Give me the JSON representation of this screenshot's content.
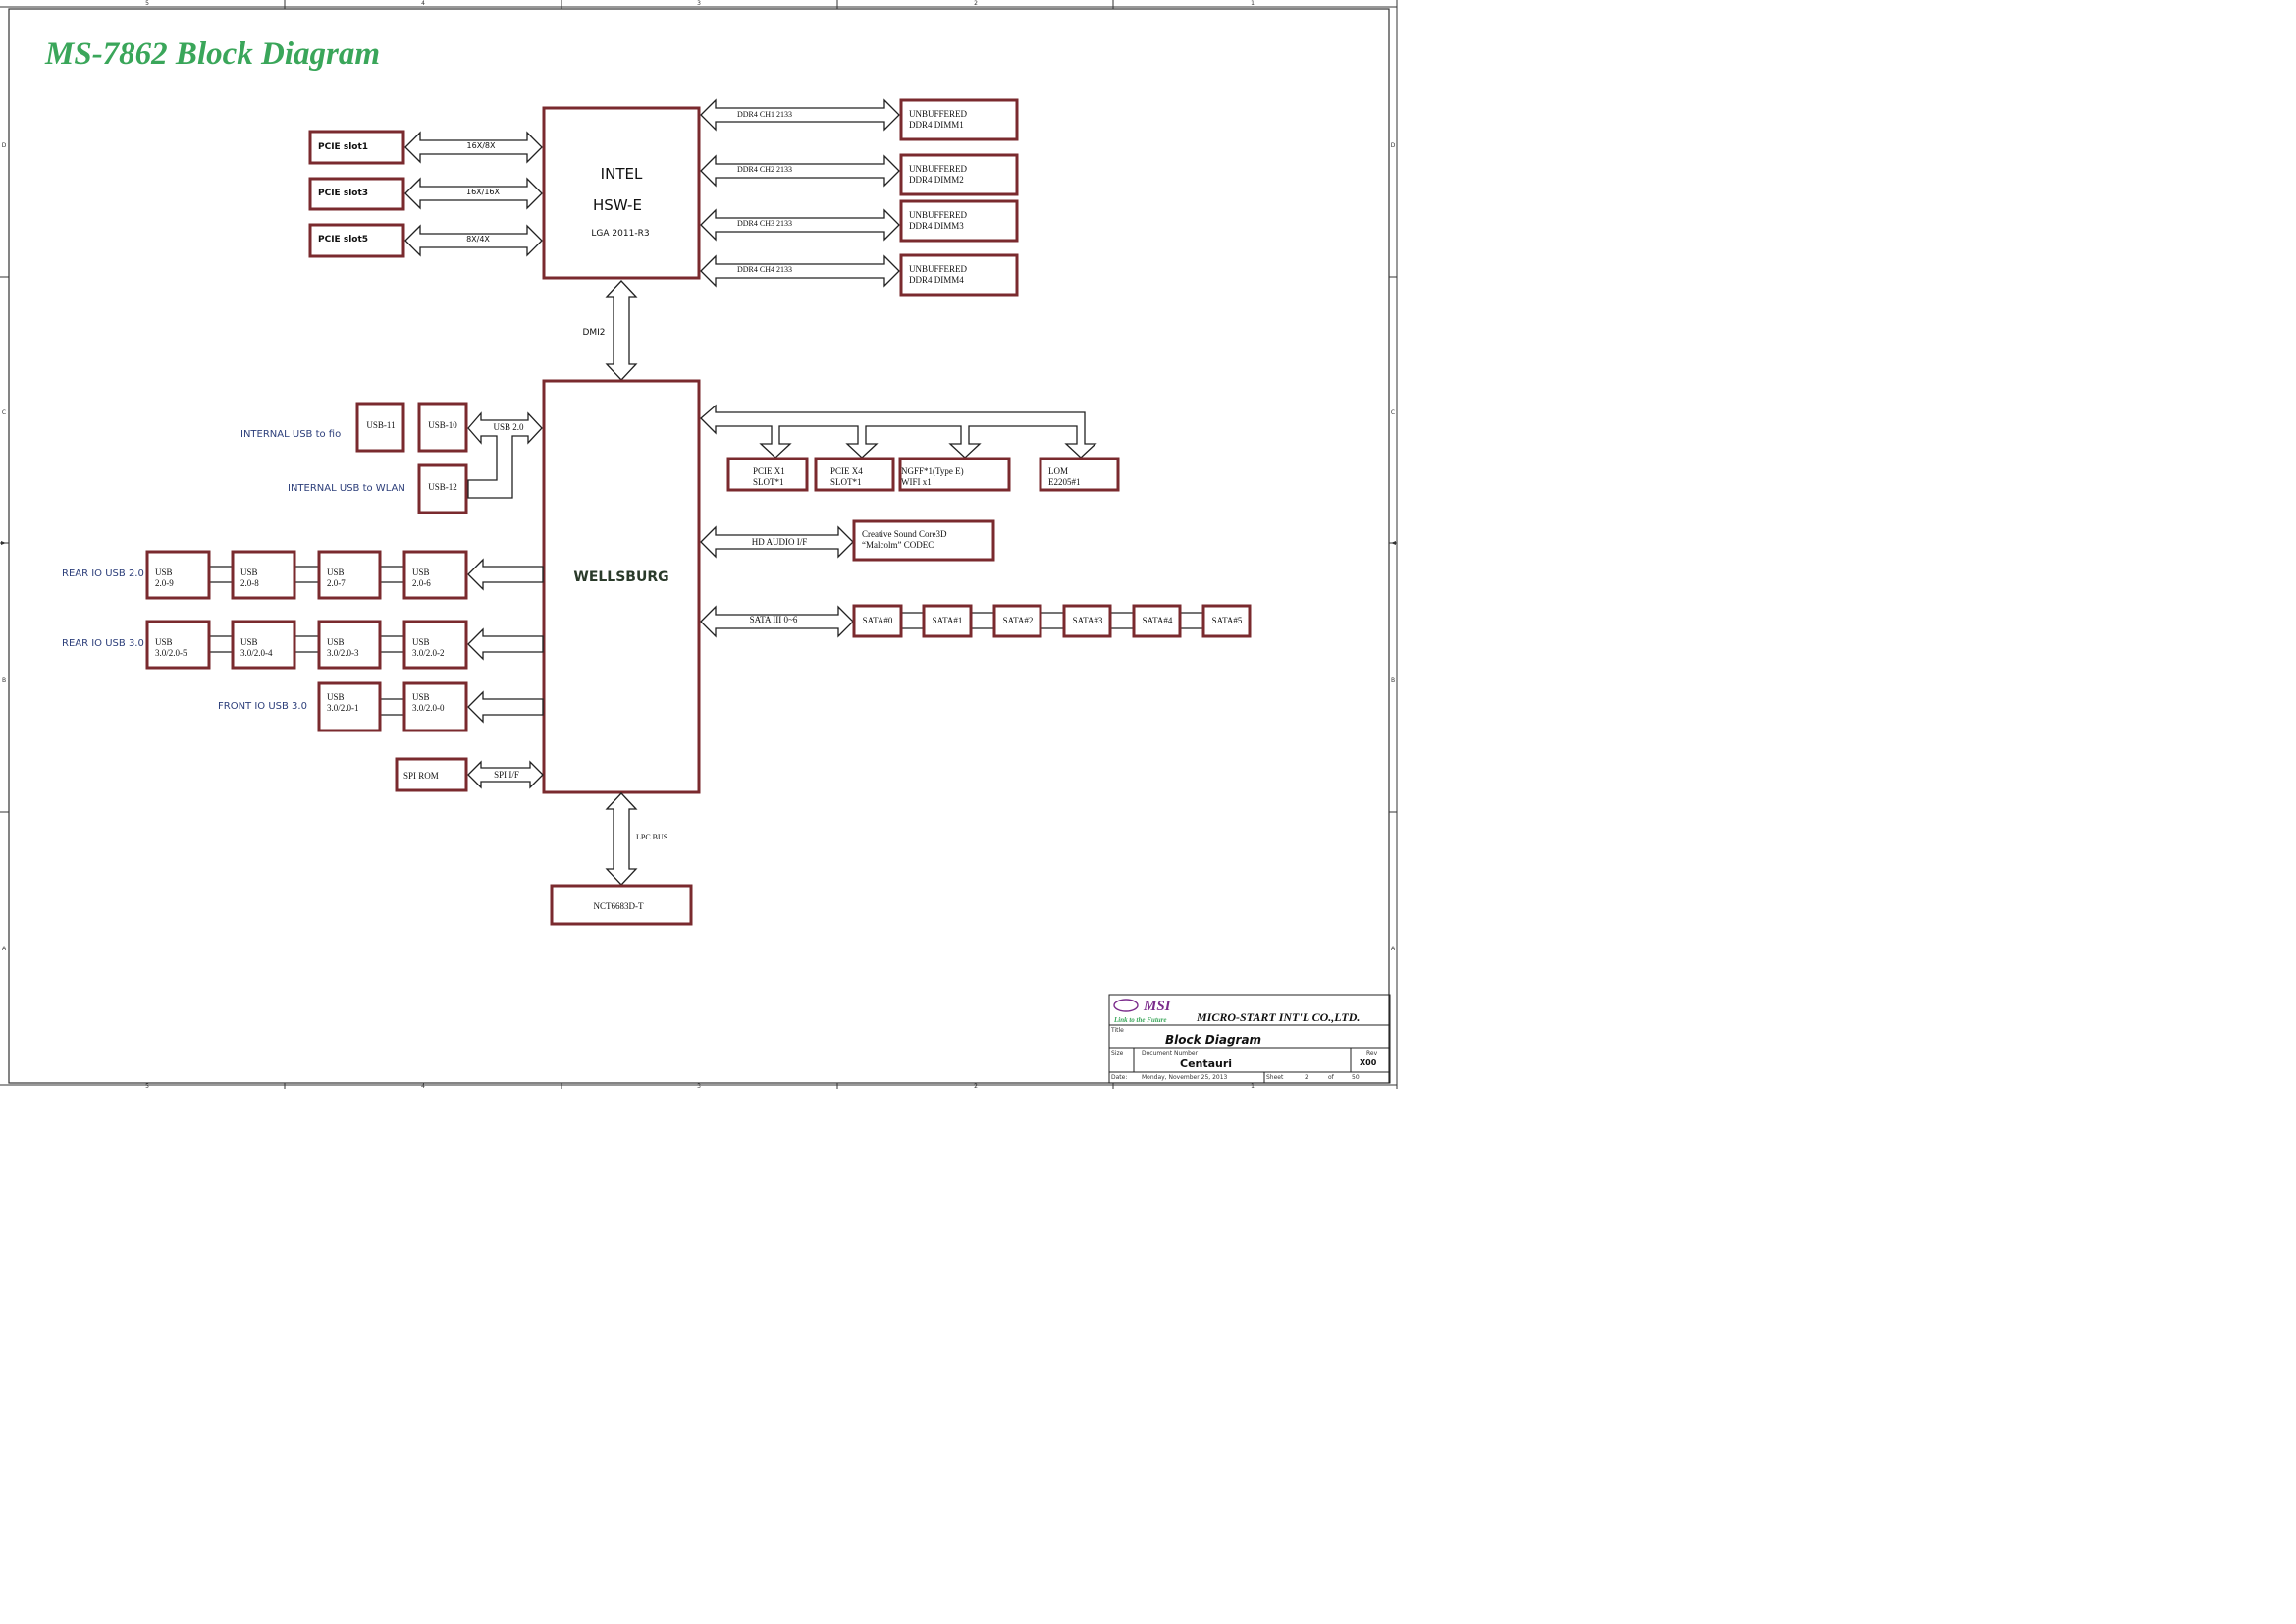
{
  "title": "MS-7862 Block Diagram",
  "colors": {
    "title": "#3aa65a",
    "block_border": "#7a2a2e",
    "side_label": "#2c3e7a",
    "msi_logo": "#7b2c8c"
  },
  "frame": {
    "col_top": [
      "5",
      "4",
      "3",
      "2",
      "1"
    ],
    "col_bottom": [
      "5",
      "4",
      "3",
      "2",
      "1"
    ],
    "row_left": [
      "D",
      "C",
      "B",
      "A"
    ],
    "row_right": [
      "D",
      "C",
      "B",
      "A"
    ]
  },
  "cpu": {
    "name": "INTEL",
    "model": "HSW-E",
    "socket": "LGA 2011-R3"
  },
  "pcie_slots": [
    {
      "name": "PCIE slot1",
      "link": "16X/8X"
    },
    {
      "name": "PCIE slot3",
      "link": "16X/16X"
    },
    {
      "name": "PCIE slot5",
      "link": "8X/4X"
    }
  ],
  "dimms": [
    {
      "channel": "DDR4 CH1 2133",
      "line1": "UNBUFFERED",
      "line2": "DDR4  DIMM1"
    },
    {
      "channel": "DDR4 CH2 2133",
      "line1": "UNBUFFERED",
      "line2": "DDR4 DIMM2"
    },
    {
      "channel": "DDR4 CH3 2133",
      "line1": "UNBUFFERED",
      "line2": "DDR4 DIMM3"
    },
    {
      "channel": "DDR4 CH4 2133",
      "line1": "UNBUFFERED",
      "line2": "DDR4 DIMM4"
    }
  ],
  "dmi_label": "DMI2",
  "pch": {
    "name": "WELLSBURG"
  },
  "internal_usb": {
    "fio_label": "INTERNAL USB to fio",
    "wlan_label": "INTERNAL USB to WLAN",
    "bus_label": "USB 2.0",
    "ports": [
      "USB-11",
      "USB-10",
      "USB-12"
    ]
  },
  "rear_usb2": {
    "label": "REAR IO USB 2.0",
    "ports": [
      [
        "USB",
        "2.0-9"
      ],
      [
        "USB",
        "2.0-8"
      ],
      [
        "USB",
        "2.0-7"
      ],
      [
        "USB",
        "2.0-6"
      ]
    ]
  },
  "rear_usb3": {
    "label": "REAR IO USB 3.0",
    "ports": [
      [
        "USB",
        "3.0/2.0-5"
      ],
      [
        "USB",
        "3.0/2.0-4"
      ],
      [
        "USB",
        "3.0/2.0-3"
      ],
      [
        "USB",
        "3.0/2.0-2"
      ]
    ]
  },
  "front_usb3": {
    "label": "FRONT IO USB 3.0",
    "ports": [
      [
        "USB",
        "3.0/2.0-1"
      ],
      [
        "USB",
        "3.0/2.0-0"
      ]
    ]
  },
  "spi": {
    "device": "SPI ROM",
    "bus": "SPI  I/F"
  },
  "lpc": {
    "bus": "LPC  BUS",
    "device": "NCT6683D-T"
  },
  "pcie_devices": [
    [
      "PCIE X1",
      "SLOT*1"
    ],
    [
      "PCIE X4",
      "SLOT*1"
    ],
    [
      "NGFF*1(Type E)",
      "WIFI x1"
    ],
    [
      "LOM",
      "E2205#1"
    ]
  ],
  "audio": {
    "bus": "HD AUDIO I/F",
    "line1": "Creative Sound Core3D",
    "line2": "“Malcolm” CODEC"
  },
  "sata": {
    "bus": "SATA III 0~6",
    "ports": [
      "SATA#0",
      "SATA#1",
      "SATA#2",
      "SATA#3",
      "SATA#4",
      "SATA#5"
    ]
  },
  "title_block": {
    "logo": "MSI",
    "slogan": "Link to the Future",
    "company": "MICRO-START INT'L CO.,LTD.",
    "title_caption": "Title",
    "title": "Block Diagram",
    "size_caption": "Size",
    "doc_caption": "Document Number",
    "document": "Centauri",
    "rev_caption": "Rev",
    "rev": "X00",
    "date_caption": "Date:",
    "date": "Monday, November 25, 2013",
    "sheet_caption": "Sheet",
    "sheet": "2",
    "of_caption": "of",
    "total": "50"
  }
}
